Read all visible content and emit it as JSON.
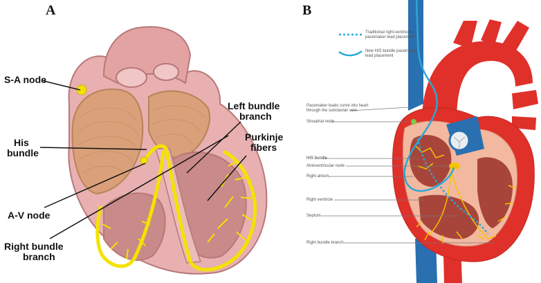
{
  "panel_a": {
    "letter": "A",
    "labels": {
      "sa_node": "S-A node",
      "his_bundle_1": "His",
      "his_bundle_2": "bundle",
      "av_node": "A-V node",
      "right_bundle_1": "Right bundle",
      "right_bundle_2": "branch",
      "left_bundle_1": "Left bundle",
      "left_bundle_2": "branch",
      "purkinje_1": "Purkinje",
      "purkinje_2": "fibers"
    },
    "colors": {
      "conduction": "#f4e200",
      "myocardium": "#d9a07a",
      "tissue": "#e8b0b0",
      "chamber": "#c98a8a"
    }
  },
  "panel_b": {
    "letter": "B",
    "legend": {
      "traditional_1": "Traditional right-ventricular",
      "traditional_2": "pacemaker lead placement",
      "his_1": "New HIS bundle pacemaker",
      "his_2": "lead placement"
    },
    "labels": {
      "pacemaker_1": "Pacemaker leads come into heart",
      "pacemaker_2": "through the subclavian vein",
      "sinoatrial": "Sinoatrial node",
      "his_bundle": "HIS bundle",
      "av_node": "Atrioventricular node",
      "right_atrium": "Right atrium",
      "right_ventricle": "Right ventricle",
      "septum": "Septum",
      "right_bundle": "Right bundle branch"
    },
    "colors": {
      "lead": "#29a8d8",
      "artery": "#e0302a",
      "vein": "#2a6fb0",
      "conduction": "#f5c400"
    }
  }
}
